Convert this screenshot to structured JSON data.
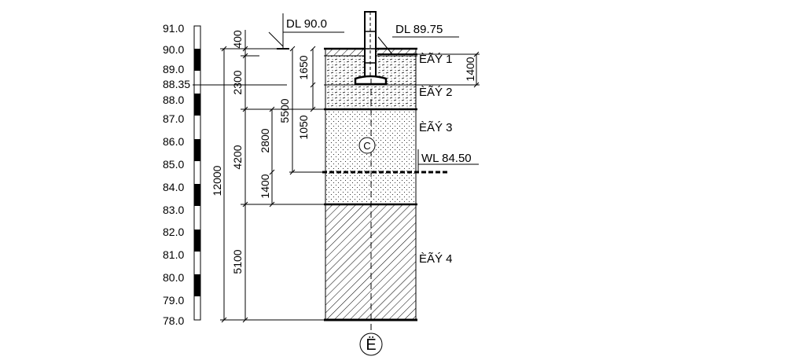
{
  "scale": {
    "labels": [
      "91.0",
      "90.0",
      "89.0",
      "88.35",
      "88.0",
      "87.0",
      "86.0",
      "85.0",
      "84.0",
      "83.0",
      "82.0",
      "81.0",
      "80.0",
      "79.0",
      "78.0"
    ]
  },
  "dims": {
    "d400": "400",
    "d2300": "2300",
    "d4200": "4200",
    "d5100": "5100",
    "d12000": "12000",
    "d2800": "2800",
    "d1400a": "1400",
    "d5500": "5500",
    "d1650": "1650",
    "d1050": "1050",
    "d1400b": "1400"
  },
  "levels": {
    "dl_left": "DL  90.0",
    "dl_right": "DL  89.75",
    "wl": "WL  84.50"
  },
  "layers": [
    "ÈÃÝ 1",
    "ÈÃÝ 2",
    "ÈÃÝ 3",
    "ÈÃÝ 4"
  ],
  "markers": {
    "center": "C",
    "axis": "Ë"
  }
}
